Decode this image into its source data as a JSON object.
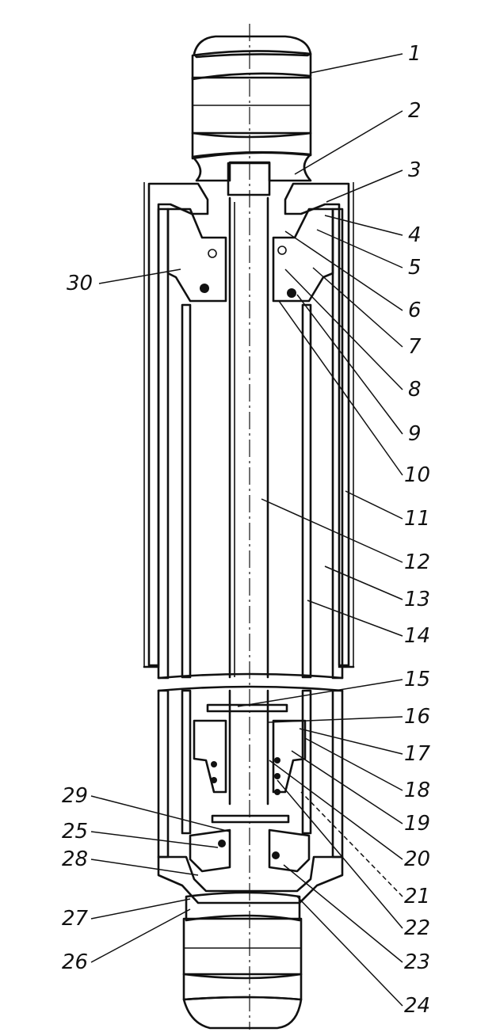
{
  "figure": {
    "callouts": [
      {
        "id": "1",
        "label": "1"
      },
      {
        "id": "2",
        "label": "2"
      },
      {
        "id": "3",
        "label": "3"
      },
      {
        "id": "4",
        "label": "4"
      },
      {
        "id": "5",
        "label": "5"
      },
      {
        "id": "6",
        "label": "6"
      },
      {
        "id": "7",
        "label": "7"
      },
      {
        "id": "8",
        "label": "8"
      },
      {
        "id": "9",
        "label": "9"
      },
      {
        "id": "10",
        "label": "10"
      },
      {
        "id": "11",
        "label": "11"
      },
      {
        "id": "12",
        "label": "12"
      },
      {
        "id": "13",
        "label": "13"
      },
      {
        "id": "14",
        "label": "14"
      },
      {
        "id": "15",
        "label": "15"
      },
      {
        "id": "16",
        "label": "16"
      },
      {
        "id": "17",
        "label": "17"
      },
      {
        "id": "18",
        "label": "18"
      },
      {
        "id": "19",
        "label": "19"
      },
      {
        "id": "20",
        "label": "20"
      },
      {
        "id": "21",
        "label": "21"
      },
      {
        "id": "22",
        "label": "22"
      },
      {
        "id": "23",
        "label": "23"
      },
      {
        "id": "24",
        "label": "24"
      },
      {
        "id": "25",
        "label": "25"
      },
      {
        "id": "26",
        "label": "26"
      },
      {
        "id": "27",
        "label": "27"
      },
      {
        "id": "28",
        "label": "28"
      },
      {
        "id": "29",
        "label": "29"
      },
      {
        "id": "30",
        "label": "30"
      }
    ]
  }
}
